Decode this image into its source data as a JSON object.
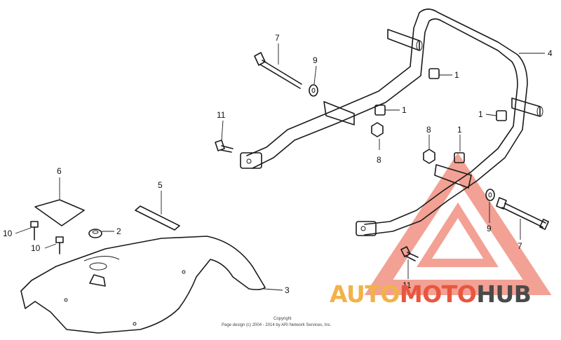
{
  "callouts": {
    "n1": "1",
    "n2": "2",
    "n3": "3",
    "n4": "4",
    "n5": "5",
    "n6": "6",
    "n7": "7",
    "n8": "8",
    "n9": "9",
    "n10": "10",
    "n11": "11"
  },
  "copyright": {
    "line1": "Copyright",
    "line2": "Page design (c) 2004 - 2014 by ARI Network Services, Inc."
  },
  "watermark": {
    "part1": "AUTO",
    "part2": "MOTO",
    "part3": "HUB",
    "colors": {
      "auto": "#f2b24a",
      "moto": "#e8563e",
      "hub": "#4a4a4a",
      "triangle": "#e8563e"
    }
  }
}
